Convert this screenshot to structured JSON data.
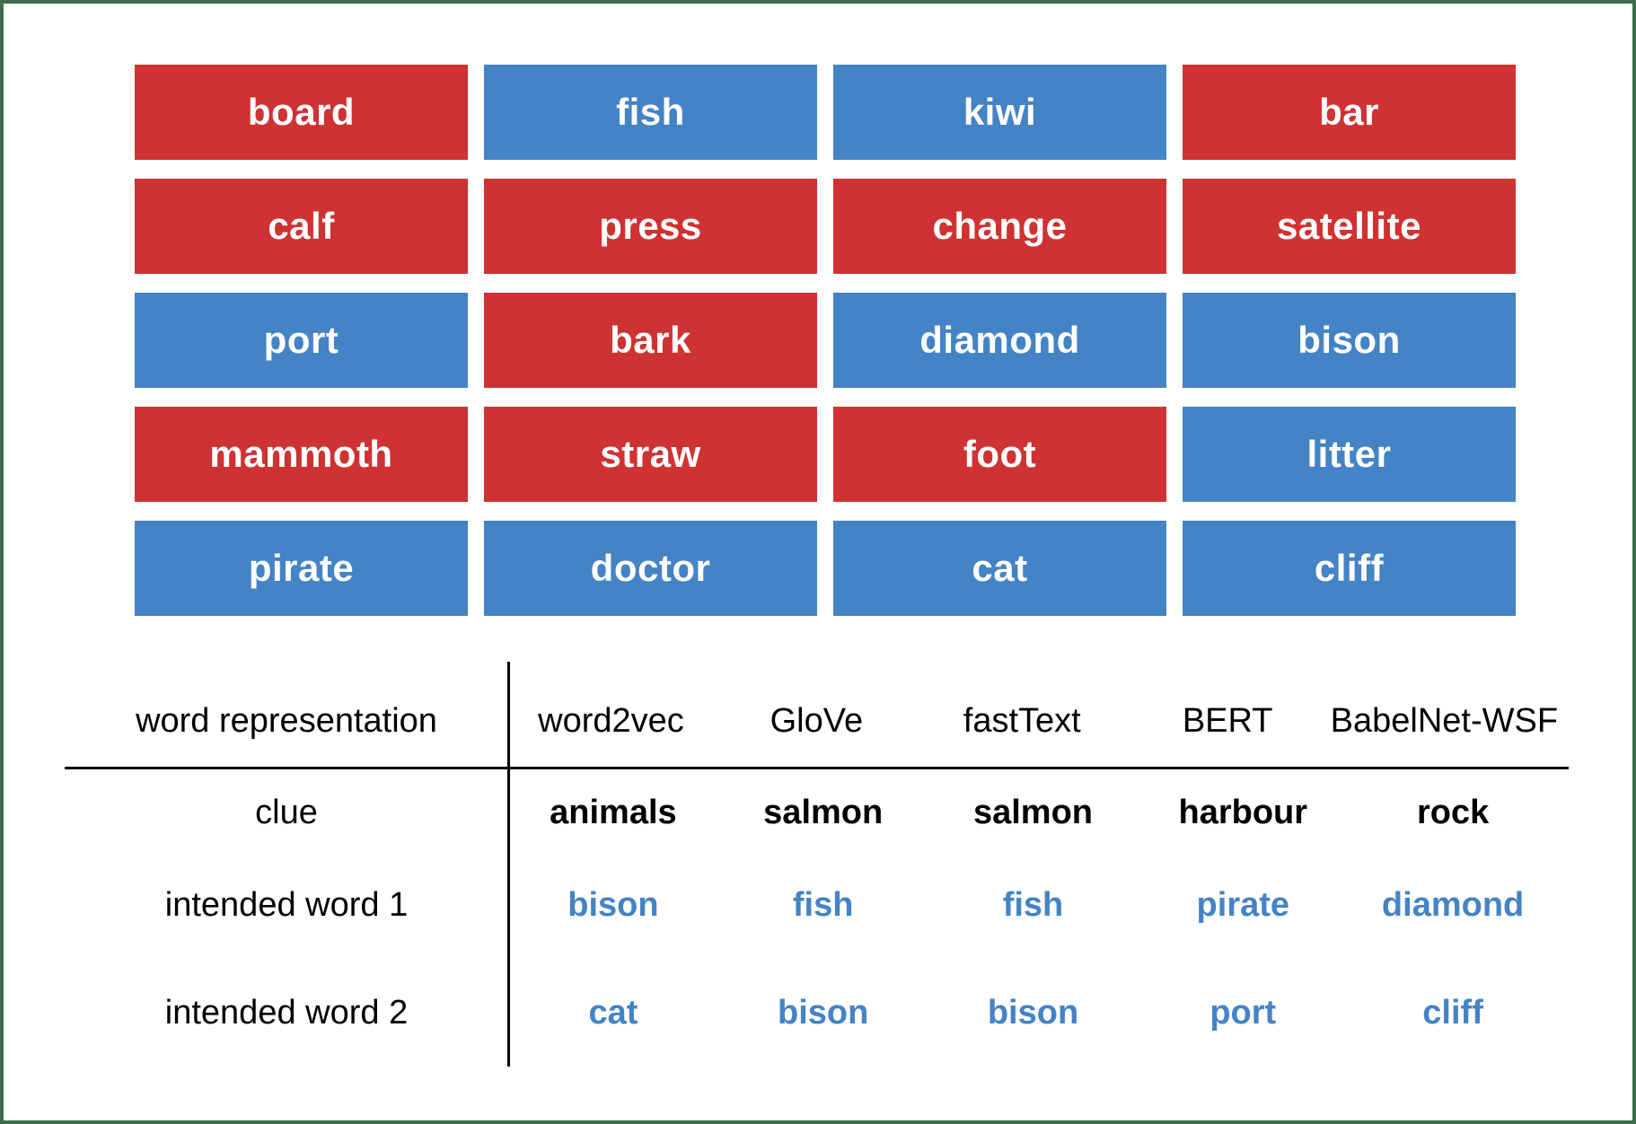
{
  "colors": {
    "red": "#cf3232",
    "blue": "#4483c5",
    "green": "#3f6b4f",
    "line": "#000000",
    "text": "#000000",
    "tile_text": "#ffffff"
  },
  "board": {
    "rows": [
      [
        {
          "word": "board",
          "team": "red"
        },
        {
          "word": "fish",
          "team": "blue"
        },
        {
          "word": "kiwi",
          "team": "blue"
        },
        {
          "word": "bar",
          "team": "red"
        }
      ],
      [
        {
          "word": "calf",
          "team": "red"
        },
        {
          "word": "press",
          "team": "red"
        },
        {
          "word": "change",
          "team": "red"
        },
        {
          "word": "satellite",
          "team": "red"
        }
      ],
      [
        {
          "word": "port",
          "team": "blue"
        },
        {
          "word": "bark",
          "team": "red"
        },
        {
          "word": "diamond",
          "team": "blue"
        },
        {
          "word": "bison",
          "team": "blue"
        }
      ],
      [
        {
          "word": "mammoth",
          "team": "red"
        },
        {
          "word": "straw",
          "team": "red"
        },
        {
          "word": "foot",
          "team": "red"
        },
        {
          "word": "litter",
          "team": "blue"
        }
      ],
      [
        {
          "word": "pirate",
          "team": "blue"
        },
        {
          "word": "doctor",
          "team": "blue"
        },
        {
          "word": "cat",
          "team": "blue"
        },
        {
          "word": "cliff",
          "team": "blue"
        }
      ]
    ]
  },
  "table": {
    "header_label": "word representation",
    "columns": [
      "word2vec",
      "GloVe",
      "fastText",
      "BERT",
      "BabelNet-WSF"
    ],
    "rows": [
      {
        "label": "clue",
        "style": "clue",
        "values": [
          "animals",
          "salmon",
          "salmon",
          "harbour",
          "rock"
        ]
      },
      {
        "label": "intended word 1",
        "style": "intended",
        "values": [
          "bison",
          "fish",
          "fish",
          "pirate",
          "diamond"
        ]
      },
      {
        "label": "intended word 2",
        "style": "intended",
        "values": [
          "cat",
          "bison",
          "bison",
          "port",
          "cliff"
        ]
      }
    ]
  }
}
